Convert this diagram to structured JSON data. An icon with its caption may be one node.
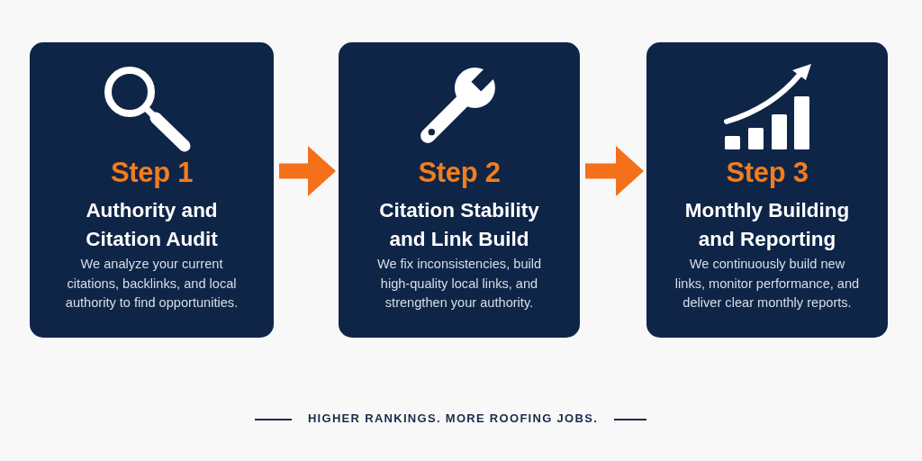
{
  "diagram": {
    "nodes": [
      {
        "text": [
          "Step 1",
          "Authority and Citation Audit",
          "We analyze your current citations, backlinks, and local authority to find opportunities."
        ]
      },
      {
        "text": [
          "Step 2",
          "Citation Stability and Link Build",
          "We fix inconsistencies, build high-quality local links, and strengthen your authority."
        ]
      },
      {
        "text": [
          "Step 3",
          "Monthly Building and Reporting",
          "We continuously build new links, monitor performance, and deliver clear monthly reports."
        ]
      }
    ],
    "edges": [
      {
        "from": 0,
        "to": 1,
        "arrow": "to"
      },
      {
        "from": 1,
        "to": 2,
        "arrow": "to"
      }
    ],
    "labels": [
      "HIGHER RANKINGS. MORE ROOFING JOBS."
    ]
  }
}
